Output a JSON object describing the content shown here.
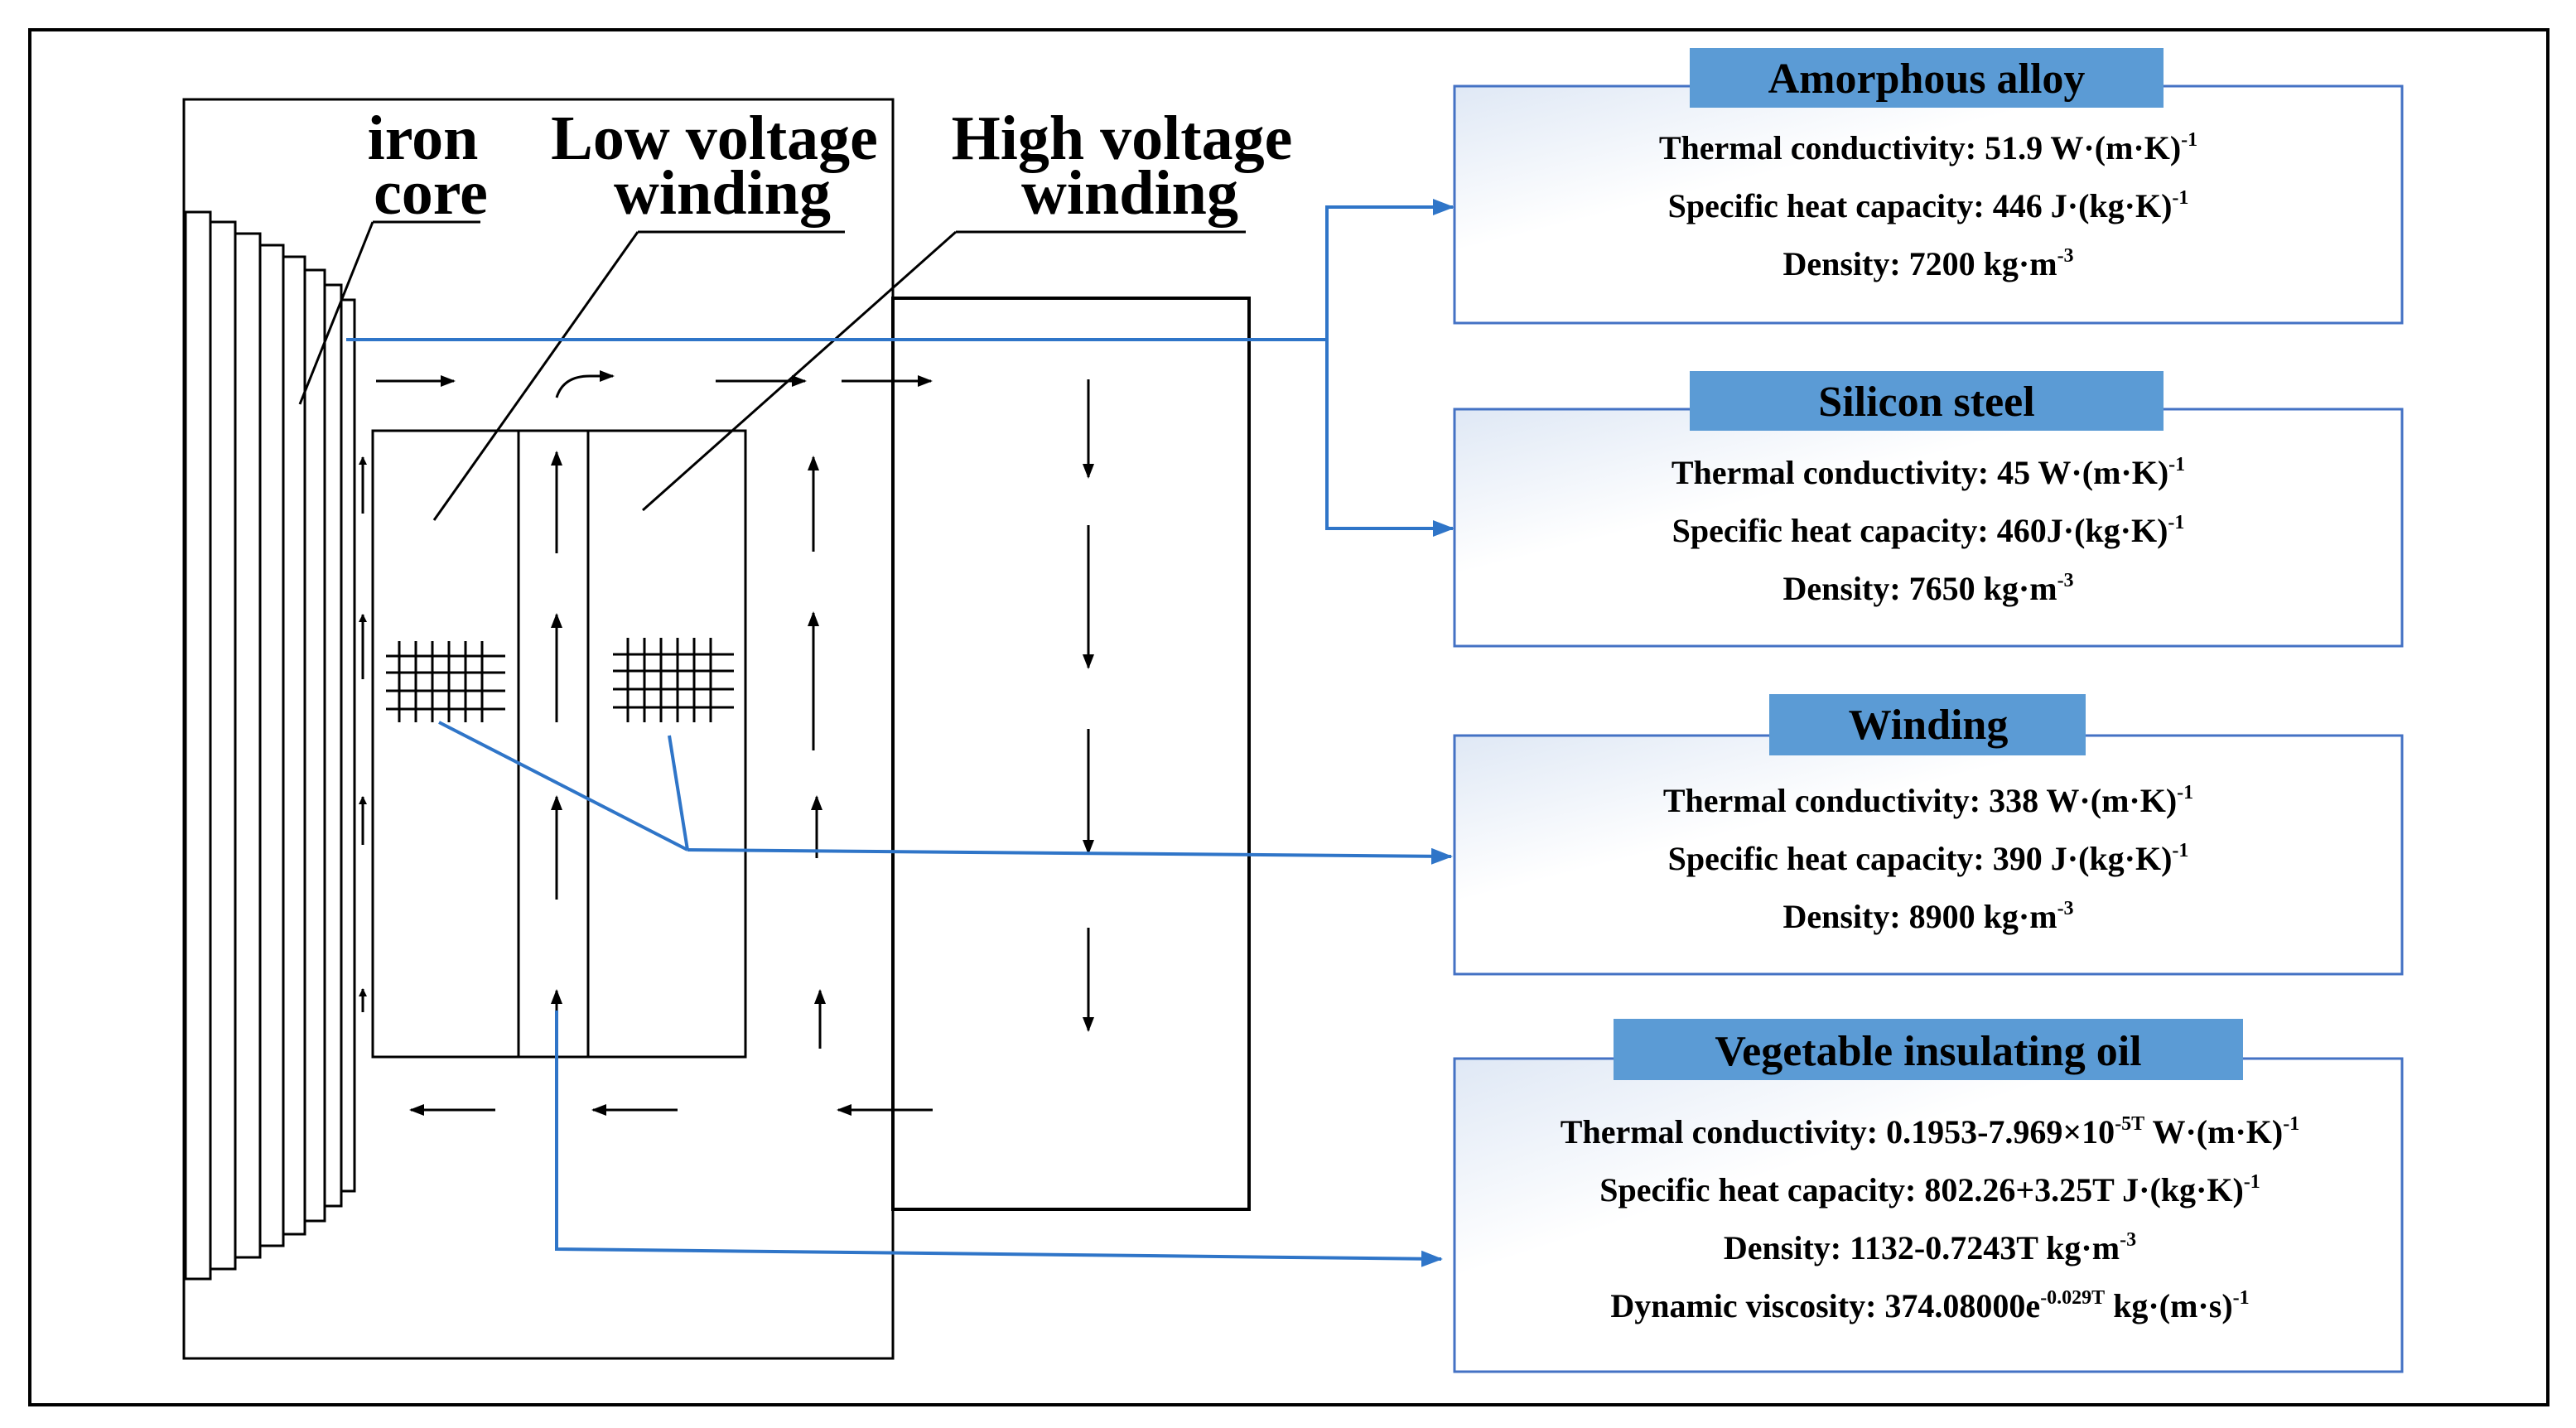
{
  "labels": {
    "iron_core": [
      "iron",
      "core"
    ],
    "low_voltage": [
      "Low voltage",
      "winding"
    ],
    "high_voltage": [
      "High voltage",
      "winding"
    ]
  },
  "panels": [
    {
      "title": "Amorphous alloy",
      "lines": [
        [
          {
            "t": "Thermal conductivity: 51.9 W·(m·K)"
          },
          {
            "t": "-1",
            "sup": true
          }
        ],
        [
          {
            "t": "Specific heat capacity: 446 J·(kg·K)"
          },
          {
            "t": "-1",
            "sup": true
          }
        ],
        [
          {
            "t": "Density: 7200 kg·m"
          },
          {
            "t": "-3",
            "sup": true
          }
        ]
      ]
    },
    {
      "title": "Silicon steel",
      "lines": [
        [
          {
            "t": "Thermal conductivity: 45 W·(m·K)"
          },
          {
            "t": "-1",
            "sup": true
          }
        ],
        [
          {
            "t": "Specific heat capacity: 460J·(kg·K)"
          },
          {
            "t": "-1",
            "sup": true
          }
        ],
        [
          {
            "t": "Density: 7650 kg·m"
          },
          {
            "t": "-3",
            "sup": true
          }
        ]
      ]
    },
    {
      "title": "Winding",
      "lines": [
        [
          {
            "t": "Thermal conductivity: 338 W·(m·K)"
          },
          {
            "t": "-1",
            "sup": true
          }
        ],
        [
          {
            "t": "Specific heat capacity: 390 J·(kg·K)"
          },
          {
            "t": "-1",
            "sup": true
          }
        ],
        [
          {
            "t": "Density: 8900 kg·m"
          },
          {
            "t": "-3",
            "sup": true
          }
        ]
      ]
    },
    {
      "title": "Vegetable insulating oil",
      "lines": [
        [
          {
            "t": "Thermal conductivity: 0.1953-7.969×10"
          },
          {
            "t": "-5T",
            "sup": true
          },
          {
            "t": " W·(m·K)"
          },
          {
            "t": "-1",
            "sup": true
          }
        ],
        [
          {
            "t": "Specific heat capacity: 802.26+3.25T J·(kg·K)"
          },
          {
            "t": "-1",
            "sup": true
          }
        ],
        [
          {
            "t": "Density: 1132-0.7243T kg·m"
          },
          {
            "t": "-3",
            "sup": true
          }
        ],
        [
          {
            "t": "Dynamic viscosity: 374.08000e"
          },
          {
            "t": "-0.029T",
            "sup": true
          },
          {
            "t": " kg·(m·s)"
          },
          {
            "t": "-1",
            "sup": true
          }
        ]
      ]
    }
  ],
  "colors": {
    "panel_title_bg": "#5b9bd5",
    "panel_border": "#4472c4",
    "connector": "#2f75c8",
    "outline": "#000000"
  }
}
